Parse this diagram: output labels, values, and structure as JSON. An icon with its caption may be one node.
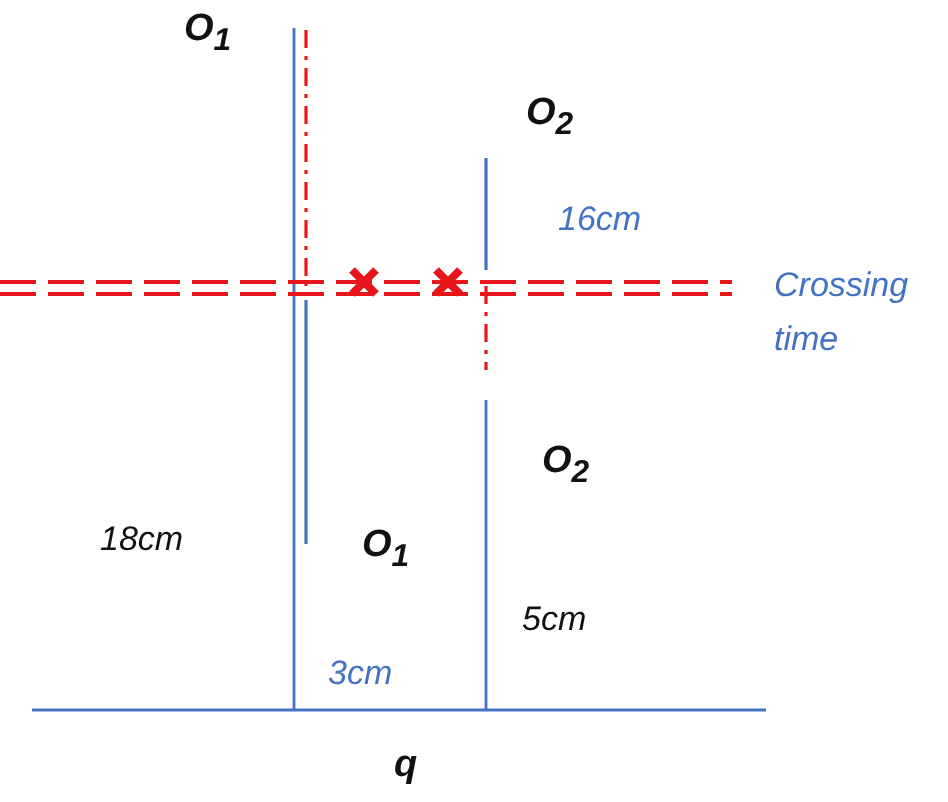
{
  "diagram": {
    "labels": [
      "O$_{1}$",
      "O$_{2}$",
      "16cm",
      "Crossing time",
      "O$_{2}$",
      "18cm",
      "O$_{1}$",
      "5cm",
      "3cm",
      "q"
    ]
  }
}
